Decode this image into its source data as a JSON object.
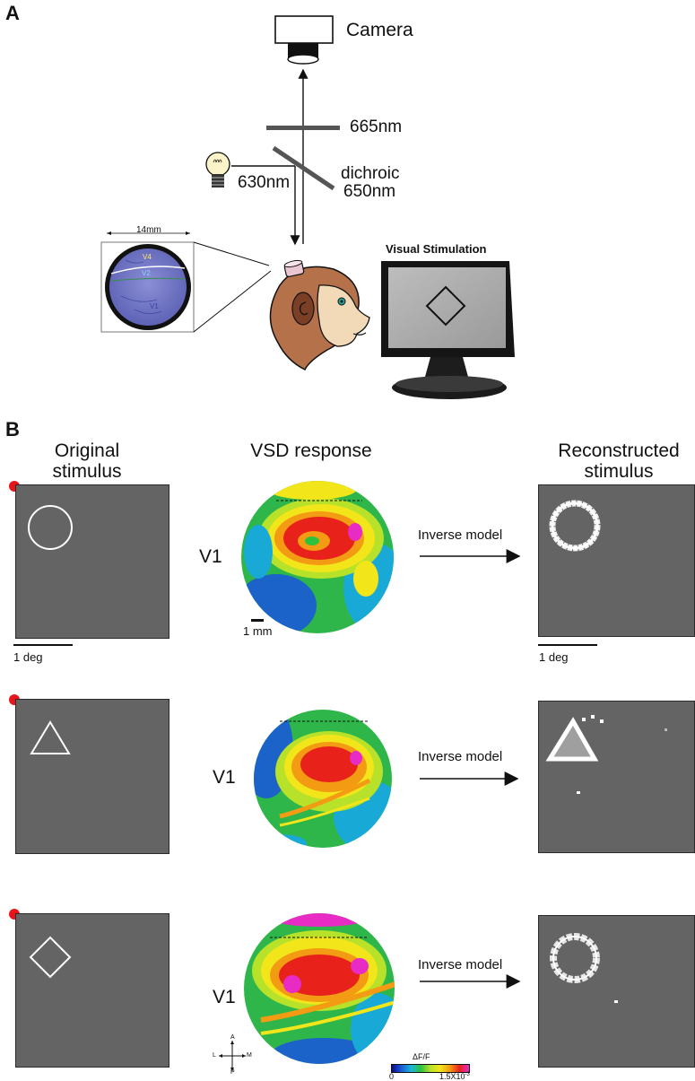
{
  "panel_a": {
    "letter": "A",
    "camera_label": "Camera",
    "filter_label": "665nm",
    "dichroic_label_1": "dichroic",
    "dichroic_label_2": "650nm",
    "light_label": "630nm",
    "inset_width_label": "14mm",
    "inset_area_v4": "V4",
    "inset_area_v2": "V2",
    "inset_area_v1": "V1",
    "monitor_title": "Visual Stimulation"
  },
  "panel_b": {
    "letter": "B",
    "col_original": [
      "Original",
      "stimulus"
    ],
    "col_vsd": "VSD response",
    "col_reconstructed": [
      "Reconstructed",
      "stimulus"
    ],
    "rows": [
      {
        "shape": "circle",
        "area_label": "V1",
        "arrow_label": "Inverse model"
      },
      {
        "shape": "triangle",
        "area_label": "V1",
        "arrow_label": "Inverse model"
      },
      {
        "shape": "diamond",
        "area_label": "V1",
        "arrow_label": "Inverse model"
      }
    ],
    "scale_deg": "1 deg",
    "scale_mm": "1 mm",
    "compass": {
      "a": "A",
      "p": "P",
      "l": "L",
      "m": "M"
    },
    "colorbar": {
      "title": "ΔF/F",
      "min": "0",
      "max_base": "1.5X10",
      "max_exp": "-3",
      "colors": [
        "#0a0a8c",
        "#1a5bd6",
        "#19b6d8",
        "#2ec13b",
        "#b6e22b",
        "#f2e51a",
        "#f39b12",
        "#e8221b",
        "#e82bc4"
      ]
    },
    "colors": {
      "stimulus_bg": "#646464",
      "fixation_dot": "#e8141b"
    }
  }
}
